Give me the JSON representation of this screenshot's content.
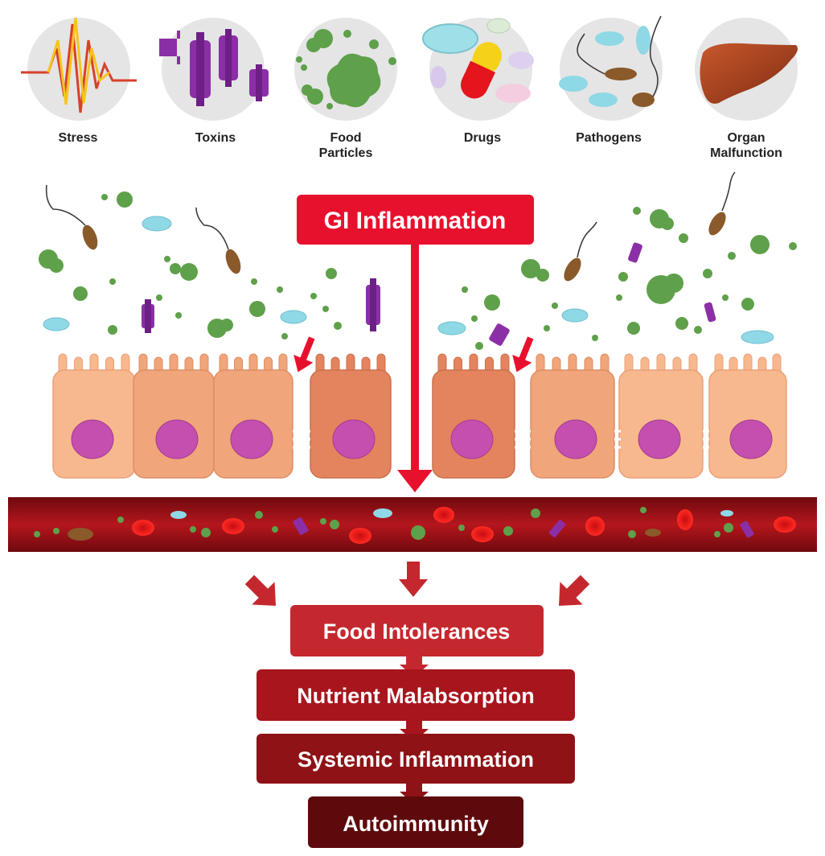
{
  "triggers": [
    {
      "label": "Stress",
      "label2": "",
      "icon": "stress-zigzag-icon"
    },
    {
      "label": "Toxins",
      "label2": "",
      "icon": "toxin-molecules-icon"
    },
    {
      "label": "Food",
      "label2": "Particles",
      "icon": "food-particles-icon"
    },
    {
      "label": "Drugs",
      "label2": "",
      "icon": "pills-icon"
    },
    {
      "label": "Pathogens",
      "label2": "",
      "icon": "bacteria-icon"
    },
    {
      "label": "Organ",
      "label2": "Malfunction",
      "icon": "liver-icon"
    }
  ],
  "center": {
    "label": "GI Inflammation",
    "color": "#e8112d"
  },
  "cascade": [
    {
      "label": "Food Intolerances",
      "color": "#c4282e"
    },
    {
      "label": "Nutrient Malabsorption",
      "color": "#a8151c"
    },
    {
      "label": "Systemic Inflammation",
      "color": "#8e1216"
    },
    {
      "label": "Autoimmunity",
      "color": "#5e0a0d"
    }
  ],
  "colors": {
    "cell_light": "#f8b88e",
    "cell_dark": "#e4845e",
    "nucleus": "#c44fae",
    "blood_vessel": "#a8141a",
    "particle_green": "#5fa04a",
    "toxin_purple": "#8b2fa6",
    "bacteria_blue": "#8fd8e6",
    "pathogen_brown": "#8a5a2a"
  }
}
